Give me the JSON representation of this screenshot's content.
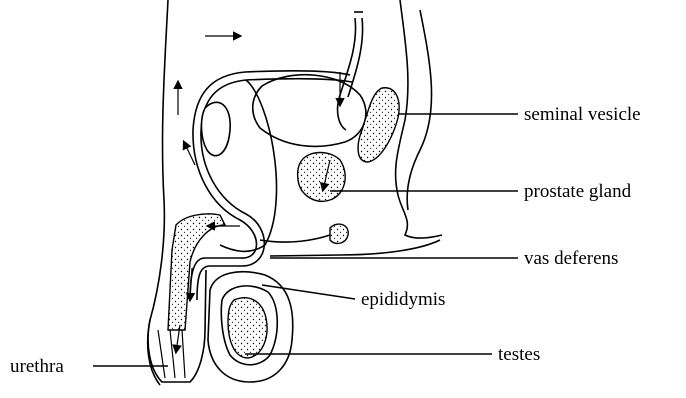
{
  "labels": {
    "seminal_vesicle": "seminal vesicle",
    "prostate_gland": "prostate gland",
    "vas_deferens": "vas deferens",
    "epididymis": "epididymis",
    "testes": "testes",
    "urethra": "urethra"
  },
  "colors": {
    "line": "#000000",
    "background": "#ffffff"
  }
}
